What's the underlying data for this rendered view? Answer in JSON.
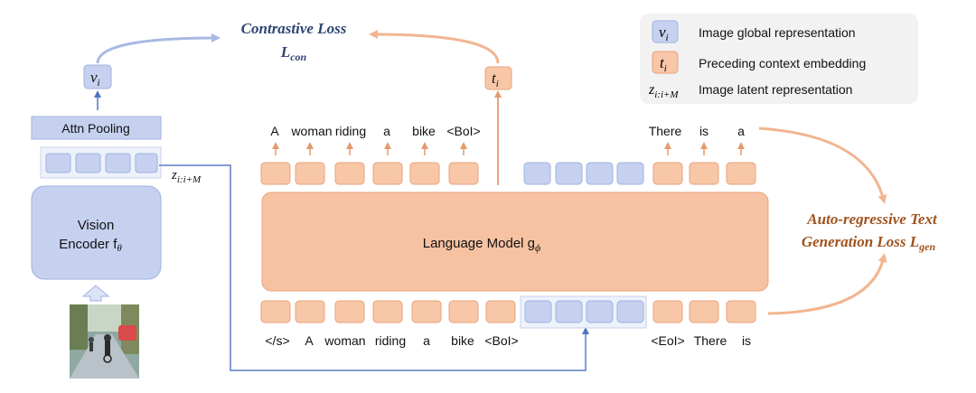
{
  "title": {
    "contrastive": "Contrastive Loss",
    "contrastive_symbol": "L",
    "contrastive_sub": "con",
    "autoregressive_line1": "Auto-regressive Text",
    "autoregressive_line2": "Generation Loss L",
    "autoregressive_sub": "gen"
  },
  "vision": {
    "encoder_line1": "Vision",
    "encoder_line2": "Encoder f",
    "encoder_sub": "θ",
    "attn_pooling": "Attn Pooling",
    "vi_label": "v",
    "vi_sub": "i",
    "z_label": "z",
    "z_sub": "i:i+M",
    "image_desc": "photo-thumbnail"
  },
  "language_model": {
    "label": "Language Model g",
    "sub": "ϕ"
  },
  "ti": {
    "label": "t",
    "sub": "i"
  },
  "output_tokens_left": [
    "A",
    "woman",
    "riding",
    "a",
    "bike",
    "<BoI>"
  ],
  "output_tokens_right": [
    "There",
    "is",
    "a"
  ],
  "input_tokens_left": [
    "</s>",
    "A",
    "woman",
    "riding",
    "a",
    "bike",
    "<BoI>"
  ],
  "input_tokens_right": [
    "<EoI>",
    "There",
    "is"
  ],
  "legend": {
    "items": [
      {
        "sym": "v",
        "sub": "i",
        "text": "Image global representation"
      },
      {
        "sym": "t",
        "sub": "i",
        "text": "Preceding context embedding"
      },
      {
        "sym": "z",
        "sub": "i:i+M",
        "text": "Image latent representation"
      }
    ]
  },
  "colors": {
    "orange_fill": "#f8c7a8",
    "orange_stroke": "#e8a37c",
    "lm_fill": "#f6c2a1",
    "blue_fill": "#c5d1ef",
    "blue_stroke": "#9fb2e1",
    "blue_line": "#5b7fc4",
    "contrastive_text": "#2d4373",
    "ar_text": "#a0521e",
    "legend_bg": "#f2f2f2"
  }
}
